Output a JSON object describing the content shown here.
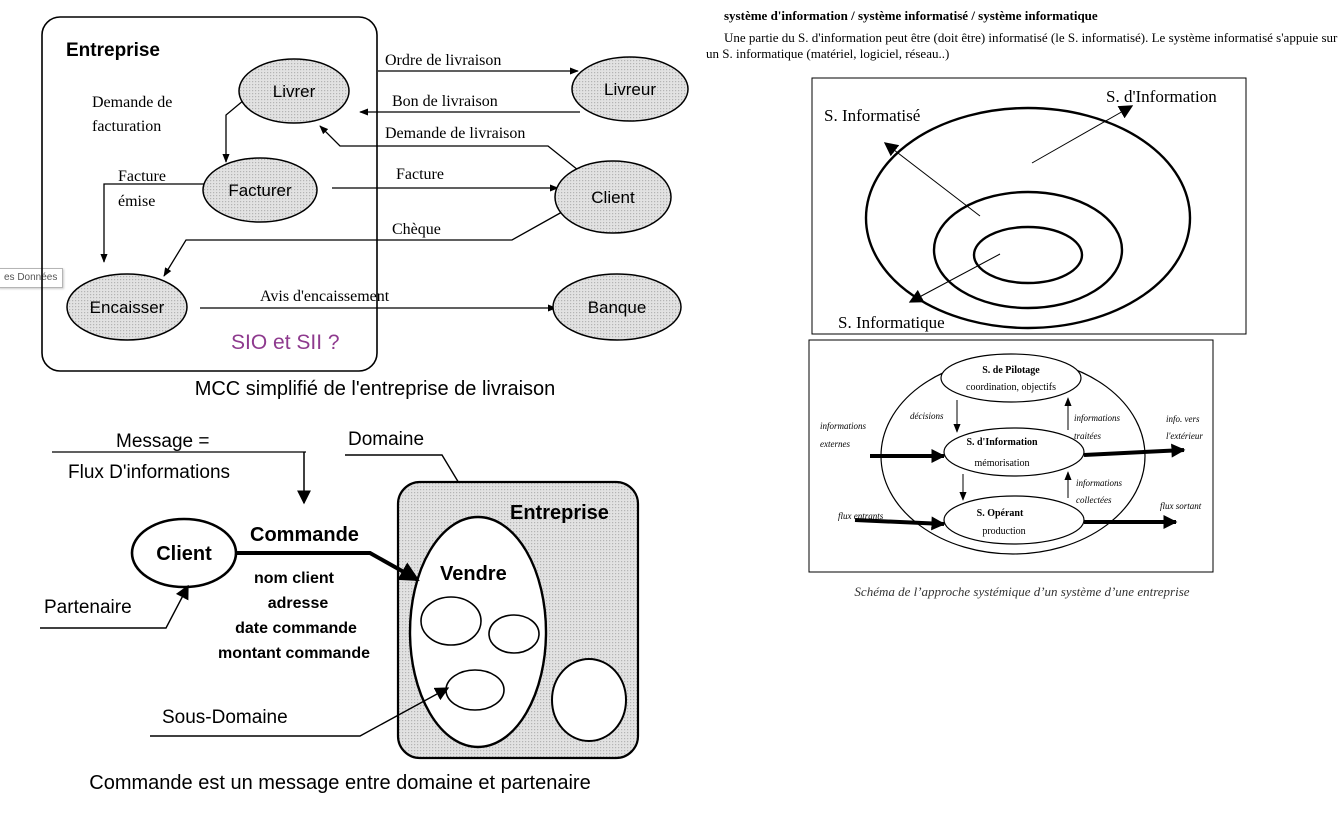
{
  "side_tab": "es Données",
  "mcc": {
    "enterprise_label": "Entreprise",
    "nodes": {
      "livrer": "Livrer",
      "livreur": "Livreur",
      "facturer": "Facturer",
      "client": "Client",
      "encaisser": "Encaisser",
      "banque": "Banque"
    },
    "flows": {
      "ordre": "Ordre de livraison",
      "bon": "Bon de livraison",
      "demande_livraison": "Demande de livraison",
      "facture": "Facture",
      "cheque": "Chèque",
      "avis": "Avis d'encaissement"
    },
    "demande_facturation": [
      "Demande de",
      "facturation"
    ],
    "facture_emise": [
      "Facture",
      "émise"
    ],
    "note": "SIO et SII ?",
    "caption": "MCC simplifié de l'entreprise de livraison",
    "note_color": "#8e3a8e"
  },
  "message_diagram": {
    "message_label": [
      "Message =",
      "Flux D'informations"
    ],
    "domaine": "Domaine",
    "entreprise": "Entreprise",
    "client": "Client",
    "partenaire": "Partenaire",
    "commande": "Commande",
    "commande_fields": [
      "nom client",
      "adresse",
      "date commande",
      "montant commande"
    ],
    "vendre": "Vendre",
    "sous_domaine": "Sous-Domaine",
    "caption": "Commande est un message entre domaine et partenaire"
  },
  "text_block": {
    "heading": "système d'information / système informatisé / système informatique",
    "paragraph": "Une partie du S. d'information peut être (doit être) informatisé (le S. informatisé). Le système informatisé s'appuie sur un S. informatique (matériel, logiciel, réseau..)"
  },
  "nested_diagram": {
    "informatise": "S. Informatisé",
    "information": "S. d'Information",
    "informatique": "S. Informatique"
  },
  "systemic_diagram": {
    "pilotage_title": "S. de Pilotage",
    "pilotage_sub": "coordination, objectifs",
    "information_title": "S. d'Information",
    "information_sub": "mémorisation",
    "operant_title": "S. Opérant",
    "operant_sub": "production",
    "decisions": "décisions",
    "info_traitees": [
      "informations",
      "traitées"
    ],
    "info_collectees": [
      "informations",
      "collectées"
    ],
    "info_externes": [
      "informations",
      "externes"
    ],
    "info_vers": [
      "info. vers",
      "l'extérieur"
    ],
    "flux_entrants": "flux entrants",
    "flux_sortant": "flux sortant",
    "caption": "Schéma de l’approche systémique d’un système d’une entreprise"
  }
}
